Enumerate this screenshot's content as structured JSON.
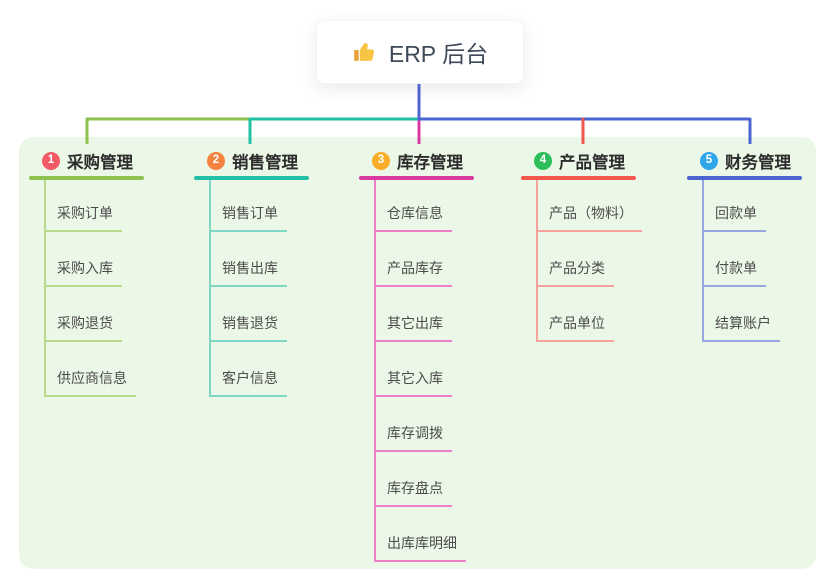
{
  "root": {
    "label": "ERP 后台",
    "icon": "thumbs-up-icon"
  },
  "colors": {
    "page_bg": "#ffffff",
    "panel_bg": "#ecf8e7",
    "trunk": "#5364d1",
    "root_text": "#3e4a5a",
    "header_text": "#2d2d2d",
    "child_text": "#4c4c4c",
    "thumb_gold": "#f6c544"
  },
  "branches": [
    {
      "num": "1",
      "label": "采购管理",
      "badge_color": "#f25b66",
      "line_color": "#8cc24d",
      "light_color": "#b7da8f",
      "children": [
        "采购订单",
        "采购入库",
        "采购退货",
        "供应商信息"
      ]
    },
    {
      "num": "2",
      "label": "销售管理",
      "badge_color": "#f5823e",
      "line_color": "#22c0a6",
      "light_color": "#7fd6c5",
      "children": [
        "销售订单",
        "销售出库",
        "销售退货",
        "客户信息"
      ]
    },
    {
      "num": "3",
      "label": "库存管理",
      "badge_color": "#f9ad29",
      "line_color": "#d83aa1",
      "light_color": "#ee7ec5",
      "children": [
        "仓库信息",
        "产品库存",
        "其它出库",
        "其它入库",
        "库存调拨",
        "库存盘点",
        "出库库明细"
      ]
    },
    {
      "num": "4",
      "label": "产品管理",
      "badge_color": "#2ebd5b",
      "line_color": "#f2564c",
      "light_color": "#f7a29a",
      "children": [
        "产品（物料）",
        "产品分类",
        "产品单位"
      ]
    },
    {
      "num": "5",
      "label": "财务管理",
      "badge_color": "#30a6e9",
      "line_color": "#4a64d2",
      "light_color": "#95a7de",
      "children": [
        "回款单",
        "付款单",
        "结算账户"
      ]
    }
  ]
}
